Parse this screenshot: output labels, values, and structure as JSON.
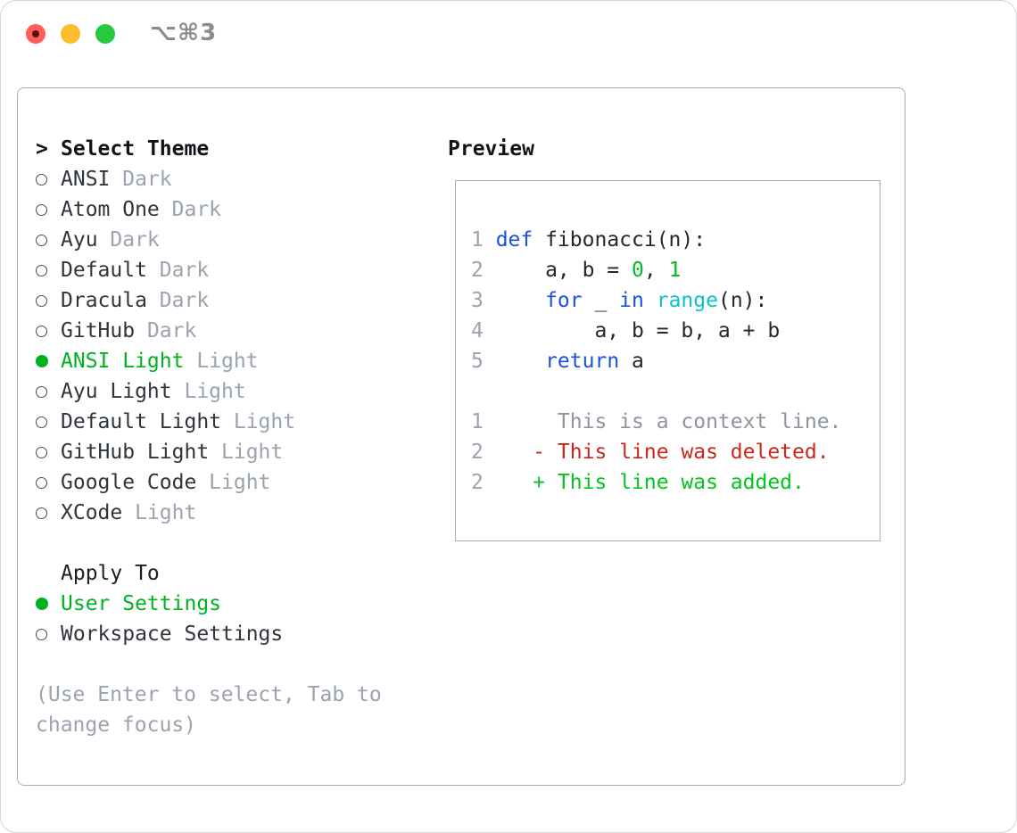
{
  "window": {
    "title": "⌥⌘3"
  },
  "colors": {
    "accent_green": "#00b122",
    "keyword_blue": "#1a53d9",
    "builtin_cyan": "#0bc2ca",
    "number_green": "#06ba26",
    "diff_deleted_red": "#c9271b",
    "diff_added_green": "#04c41f",
    "muted_gray": "#9aa3af",
    "context_gray": "#8e959e",
    "text_dark": "#2f353c",
    "heading_black": "#101418",
    "panel_border": "#a6aeb9",
    "window_border": "#d3d6da",
    "titlebar_gray": "#8c8c90",
    "traffic_red": "#ff5f57",
    "traffic_yellow": "#febc2e",
    "traffic_green": "#28c840"
  },
  "theme_panel": {
    "header_prefix": ">",
    "header": "Select Theme",
    "items": [
      {
        "label": "ANSI",
        "tag": "Dark",
        "selected": false
      },
      {
        "label": "Atom One",
        "tag": "Dark",
        "selected": false
      },
      {
        "label": "Ayu",
        "tag": "Dark",
        "selected": false
      },
      {
        "label": "Default",
        "tag": "Dark",
        "selected": false
      },
      {
        "label": "Dracula",
        "tag": "Dark",
        "selected": false
      },
      {
        "label": "GitHub",
        "tag": "Dark",
        "selected": false
      },
      {
        "label": "ANSI Light",
        "tag": "Light",
        "selected": true
      },
      {
        "label": "Ayu Light",
        "tag": "Light",
        "selected": false
      },
      {
        "label": "Default Light",
        "tag": "Light",
        "selected": false
      },
      {
        "label": "GitHub Light",
        "tag": "Light",
        "selected": false
      },
      {
        "label": "Google Code",
        "tag": "Light",
        "selected": false
      },
      {
        "label": "XCode",
        "tag": "Light",
        "selected": false
      }
    ]
  },
  "apply_panel": {
    "header": "Apply To",
    "options": [
      {
        "label": "User Settings",
        "selected": true
      },
      {
        "label": "Workspace Settings",
        "selected": false
      }
    ]
  },
  "help_lines": [
    "(Use Enter to select, Tab to",
    "change focus)"
  ],
  "preview": {
    "header": "Preview",
    "code_lines": [
      {
        "num": "1",
        "segments": [
          {
            "text": "def",
            "style": "kw"
          },
          {
            "text": " fibonacci(n):",
            "style": "plain"
          }
        ]
      },
      {
        "num": "2",
        "segments": [
          {
            "text": "    a, b = ",
            "style": "plain"
          },
          {
            "text": "0",
            "style": "numlit"
          },
          {
            "text": ", ",
            "style": "plain"
          },
          {
            "text": "1",
            "style": "numlit"
          }
        ]
      },
      {
        "num": "3",
        "segments": [
          {
            "text": "    ",
            "style": "plain"
          },
          {
            "text": "for",
            "style": "kw"
          },
          {
            "text": " _ ",
            "style": "plain"
          },
          {
            "text": "in",
            "style": "kw"
          },
          {
            "text": " ",
            "style": "plain"
          },
          {
            "text": "range",
            "style": "builtin"
          },
          {
            "text": "(n):",
            "style": "plain"
          }
        ]
      },
      {
        "num": "4",
        "segments": [
          {
            "text": "        a, b = b, a + b",
            "style": "plain"
          }
        ]
      },
      {
        "num": "5",
        "segments": [
          {
            "text": "    ",
            "style": "plain"
          },
          {
            "text": "return",
            "style": "kw"
          },
          {
            "text": " a",
            "style": "plain"
          }
        ]
      },
      {
        "num": "",
        "segments": []
      },
      {
        "num": "1",
        "segments": [
          {
            "text": "     This is a context line.",
            "style": "context"
          }
        ]
      },
      {
        "num": "2",
        "segments": [
          {
            "text": "   - This line was deleted.",
            "style": "deleted"
          }
        ]
      },
      {
        "num": "2",
        "segments": [
          {
            "text": "   + This line was added.",
            "style": "added"
          }
        ]
      }
    ]
  }
}
